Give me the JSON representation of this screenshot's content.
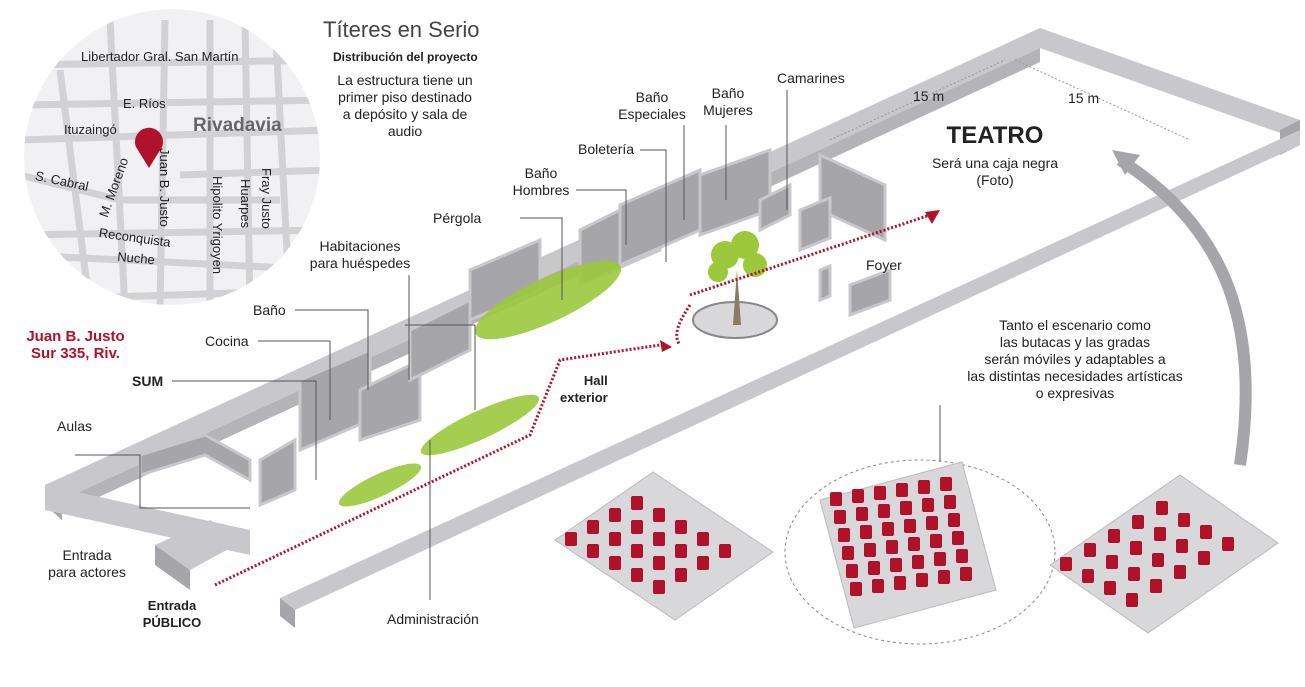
{
  "header": {
    "title": "Títeres en Serio",
    "subtitle": "Distribución del proyecto",
    "description": [
      "La estructura tiene un",
      "primer piso destinado",
      "a depósito y sala de",
      "audio"
    ]
  },
  "map": {
    "city": "Rivadavia",
    "streets": [
      "Libertador Gral. San Martín",
      "E. Ríos",
      "Ituzaingó",
      "S. Cabral",
      "M. Moreno",
      "Juan B. Justo",
      "Reconquista",
      "Nuche",
      "Hipolito Yrigoyen",
      "Huarpes",
      "Fray Justo"
    ],
    "pin_icon": "location-pin-icon"
  },
  "address": [
    "Juan B. Justo",
    "Sur 335, Riv."
  ],
  "rooms": {
    "camarines": "Camarines",
    "bano_mujeres": [
      "Baño",
      "Mujeres"
    ],
    "bano_especiales": [
      "Baño",
      "Especiales"
    ],
    "boleteria": "Boletería",
    "bano_hombres": [
      "Baño",
      "Hombres"
    ],
    "pergola": "Pérgola",
    "habitaciones": [
      "Habitaciones",
      "para huéspedes"
    ],
    "bano": "Baño",
    "cocina": "Cocina",
    "sum": "SUM",
    "aulas": "Aulas",
    "entrada_actores": [
      "Entrada",
      "para actores"
    ],
    "entrada_publico": [
      "Entrada",
      "PÚBLICO"
    ],
    "administracion": "Administración",
    "hall": [
      "Hall",
      "exterior"
    ],
    "foyer": "Foyer"
  },
  "teatro": {
    "title": "TEATRO",
    "desc": [
      "Será una caja negra",
      "(Foto)"
    ],
    "dim1": "15 m",
    "dim2": "15 m"
  },
  "seating_note": [
    "Tanto el escenario como",
    "las butacas y las gradas",
    "serán móviles y adaptables a",
    "las distintas necesidades artísticas",
    "o expresivas"
  ],
  "colors": {
    "accent": "#b0112b",
    "wall": "#c8c8cc",
    "wall_dark": "#a6a6aa",
    "green": "#9cc83c"
  }
}
